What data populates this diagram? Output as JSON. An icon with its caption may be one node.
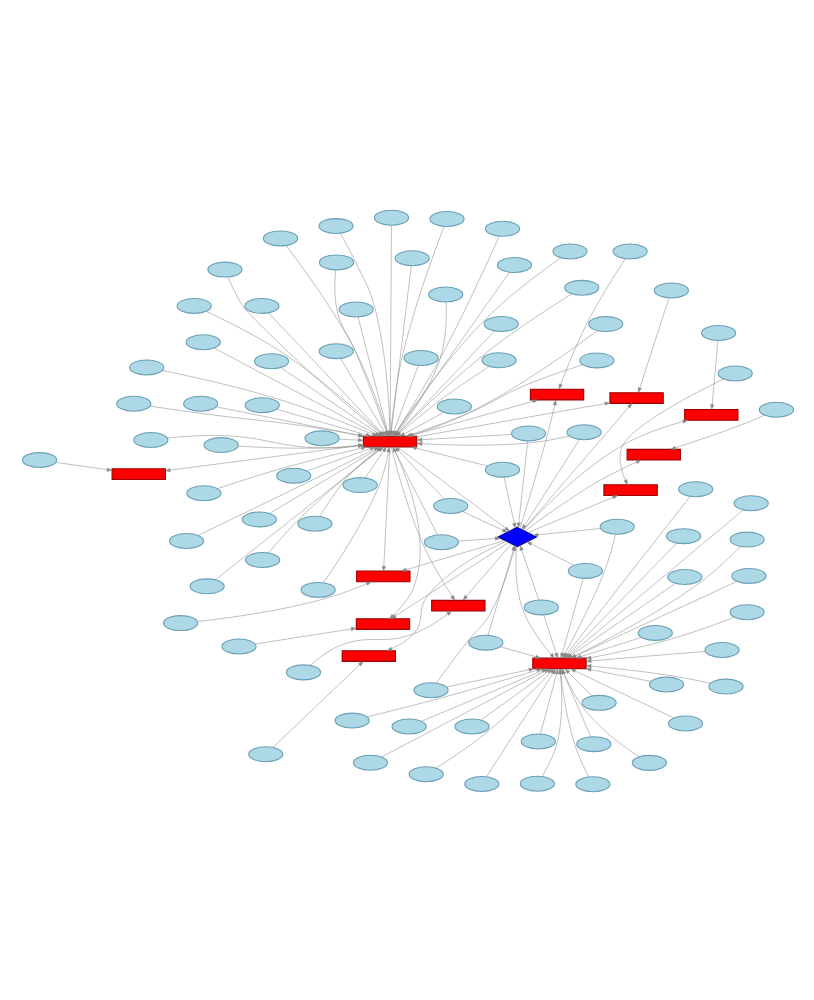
{
  "diagram": {
    "nodes": [
      {
        "text": [],
        "shape": "box"
      },
      {
        "text": [],
        "shape": "diamond"
      },
      {
        "text": [],
        "shape": "box"
      },
      {
        "text": [],
        "shape": "box"
      },
      {
        "text": [],
        "shape": "box"
      },
      {
        "text": [],
        "shape": "box"
      },
      {
        "text": [],
        "shape": "box"
      },
      {
        "text": [],
        "shape": "box"
      },
      {
        "text": [],
        "shape": "box"
      },
      {
        "text": [],
        "shape": "box"
      },
      {
        "text": [],
        "shape": "box"
      },
      {
        "text": [],
        "shape": "box"
      },
      {
        "text": [],
        "shape": "box"
      },
      {
        "text": [],
        "shape": "ellipse"
      },
      {
        "text": [],
        "shape": "ellipse"
      },
      {
        "text": [],
        "shape": "ellipse"
      },
      {
        "text": [],
        "shape": "ellipse"
      },
      {
        "text": [],
        "shape": "ellipse"
      },
      {
        "text": [],
        "shape": "ellipse"
      },
      {
        "text": [],
        "shape": "ellipse"
      },
      {
        "text": [],
        "shape": "ellipse"
      },
      {
        "text": [],
        "shape": "ellipse"
      },
      {
        "text": [],
        "shape": "ellipse"
      },
      {
        "text": [],
        "shape": "ellipse"
      },
      {
        "text": [],
        "shape": "ellipse"
      },
      {
        "text": [],
        "shape": "ellipse"
      },
      {
        "text": [],
        "shape": "ellipse"
      },
      {
        "text": [],
        "shape": "ellipse"
      },
      {
        "text": [],
        "shape": "ellipse"
      },
      {
        "text": [],
        "shape": "ellipse"
      },
      {
        "text": [],
        "shape": "ellipse"
      },
      {
        "text": [],
        "shape": "ellipse"
      },
      {
        "text": [],
        "shape": "ellipse"
      },
      {
        "text": [],
        "shape": "ellipse"
      },
      {
        "text": [],
        "shape": "ellipse"
      },
      {
        "text": [],
        "shape": "ellipse"
      },
      {
        "text": [],
        "shape": "ellipse"
      },
      {
        "text": [],
        "shape": "ellipse"
      },
      {
        "text": [],
        "shape": "ellipse"
      },
      {
        "text": [],
        "shape": "ellipse"
      },
      {
        "text": [],
        "shape": "ellipse"
      },
      {
        "text": [],
        "shape": "ellipse"
      },
      {
        "text": [],
        "shape": "ellipse"
      },
      {
        "text": [],
        "shape": "ellipse"
      },
      {
        "text": [],
        "shape": "ellipse"
      },
      {
        "text": [],
        "shape": "ellipse"
      },
      {
        "text": [],
        "shape": "ellipse"
      },
      {
        "text": [],
        "shape": "ellipse"
      },
      {
        "text": [],
        "shape": "ellipse"
      },
      {
        "text": [],
        "shape": "ellipse"
      },
      {
        "text": [],
        "shape": "ellipse"
      },
      {
        "text": [],
        "shape": "ellipse"
      },
      {
        "text": [],
        "shape": "ellipse"
      },
      {
        "text": [],
        "shape": "ellipse"
      },
      {
        "text": [],
        "shape": "ellipse"
      },
      {
        "text": [],
        "shape": "ellipse"
      },
      {
        "text": [],
        "shape": "ellipse"
      },
      {
        "text": [],
        "shape": "ellipse"
      },
      {
        "text": [],
        "shape": "ellipse"
      },
      {
        "text": [],
        "shape": "ellipse"
      },
      {
        "text": [],
        "shape": "ellipse"
      },
      {
        "text": [],
        "shape": "ellipse"
      },
      {
        "text": [],
        "shape": "ellipse"
      },
      {
        "text": [],
        "shape": "ellipse"
      },
      {
        "text": [],
        "shape": "ellipse"
      },
      {
        "text": [],
        "shape": "ellipse"
      },
      {
        "text": [],
        "shape": "ellipse"
      },
      {
        "text": [],
        "shape": "ellipse"
      },
      {
        "text": [],
        "shape": "ellipse"
      },
      {
        "text": [],
        "shape": "ellipse"
      },
      {
        "text": [],
        "shape": "ellipse"
      },
      {
        "text": [],
        "shape": "ellipse"
      },
      {
        "text": [],
        "shape": "ellipse"
      },
      {
        "text": [],
        "shape": "ellipse"
      },
      {
        "text": [],
        "shape": "ellipse"
      },
      {
        "text": [],
        "shape": "ellipse"
      },
      {
        "text": [],
        "shape": "ellipse"
      },
      {
        "text": [],
        "shape": "ellipse"
      },
      {
        "text": [],
        "shape": "ellipse"
      },
      {
        "text": [],
        "shape": "ellipse"
      },
      {
        "text": [],
        "shape": "ellipse"
      },
      {
        "text": [],
        "shape": "ellipse"
      },
      {
        "text": [],
        "shape": "ellipse"
      },
      {
        "text": [],
        "shape": "ellipse"
      },
      {
        "text": [],
        "shape": "ellipse"
      },
      {
        "text": [],
        "shape": "ellipse"
      },
      {
        "text": [],
        "shape": "ellipse"
      },
      {
        "text": [],
        "shape": "ellipse"
      },
      {
        "text": [],
        "shape": "ellipse"
      },
      {
        "text": [],
        "shape": "ellipse"
      },
      {
        "text": [],
        "shape": "ellipse"
      },
      {
        "text": [],
        "shape": "ellipse"
      },
      {
        "text": [],
        "shape": "ellipse"
      },
      {
        "text": [],
        "shape": "ellipse"
      },
      {
        "text": [],
        "shape": "ellipse"
      },
      {
        "text": [],
        "shape": "ellipse"
      },
      {
        "text": [],
        "shape": "ellipse"
      }
    ],
    "edges": [
      {
        "from": 13,
        "to": 0,
        "arrow": "to"
      },
      {
        "from": 14,
        "to": 0,
        "arrow": "to"
      },
      {
        "from": 15,
        "to": 0,
        "arrow": "to"
      },
      {
        "from": 16,
        "to": 0,
        "arrow": "to"
      },
      {
        "from": 17,
        "to": 0,
        "arrow": "to"
      },
      {
        "from": 18,
        "to": 0,
        "arrow": "to"
      },
      {
        "from": 19,
        "to": 0,
        "arrow": "to"
      },
      {
        "from": 20,
        "to": 0,
        "arrow": "to"
      },
      {
        "from": 21,
        "to": 0,
        "arrow": "to"
      },
      {
        "from": 22,
        "to": 0,
        "arrow": "to"
      },
      {
        "from": 23,
        "to": 0,
        "arrow": "to"
      },
      {
        "from": 24,
        "to": 0,
        "arrow": "to"
      },
      {
        "from": 25,
        "to": 0,
        "arrow": "to"
      },
      {
        "from": 26,
        "to": 0,
        "arrow": "to"
      },
      {
        "from": 27,
        "to": 0,
        "arrow": "to"
      },
      {
        "from": 28,
        "to": 0,
        "arrow": "to"
      },
      {
        "from": 29,
        "to": 0,
        "arrow": "to"
      },
      {
        "from": 30,
        "to": 0,
        "arrow": "to"
      },
      {
        "from": 31,
        "to": 0,
        "arrow": "to"
      },
      {
        "from": 32,
        "to": 0,
        "arrow": "to"
      },
      {
        "from": 33,
        "to": 0,
        "arrow": "to"
      },
      {
        "from": 34,
        "to": 0,
        "arrow": "to"
      },
      {
        "from": 35,
        "to": 0,
        "arrow": "to"
      },
      {
        "from": 36,
        "to": 0,
        "arrow": "to"
      },
      {
        "from": 37,
        "to": 0,
        "arrow": "to"
      },
      {
        "from": 38,
        "to": 0,
        "arrow": "to"
      },
      {
        "from": 39,
        "to": 0,
        "arrow": "to"
      },
      {
        "from": 40,
        "to": 0,
        "arrow": "to"
      },
      {
        "from": 41,
        "to": 0,
        "arrow": "to"
      },
      {
        "from": 42,
        "to": 0,
        "arrow": "to"
      },
      {
        "from": 43,
        "to": 0,
        "arrow": "to"
      },
      {
        "from": 44,
        "to": 0,
        "arrow": "to"
      },
      {
        "from": 45,
        "to": 0,
        "arrow": "to"
      },
      {
        "from": 46,
        "to": 0,
        "arrow": "to"
      },
      {
        "from": 47,
        "to": 0,
        "arrow": "to"
      },
      {
        "from": 48,
        "to": 0,
        "arrow": "to"
      },
      {
        "from": 49,
        "to": 0,
        "arrow": "to"
      },
      {
        "from": 50,
        "to": 0,
        "arrow": "to"
      },
      {
        "from": 51,
        "to": 0,
        "arrow": "to"
      },
      {
        "from": 52,
        "to": 0,
        "arrow": "to"
      },
      {
        "from": 53,
        "to": 2,
        "arrow": "to"
      },
      {
        "from": 54,
        "to": 2,
        "arrow": "to"
      },
      {
        "from": 55,
        "to": 2,
        "arrow": "to"
      },
      {
        "from": 56,
        "to": 2,
        "arrow": "to"
      },
      {
        "from": 57,
        "to": 2,
        "arrow": "to"
      },
      {
        "from": 58,
        "to": 2,
        "arrow": "to"
      },
      {
        "from": 59,
        "to": 2,
        "arrow": "to"
      },
      {
        "from": 60,
        "to": 2,
        "arrow": "to"
      },
      {
        "from": 61,
        "to": 2,
        "arrow": "to"
      },
      {
        "from": 62,
        "to": 2,
        "arrow": "to"
      },
      {
        "from": 63,
        "to": 2,
        "arrow": "to"
      },
      {
        "from": 64,
        "to": 2,
        "arrow": "to"
      },
      {
        "from": 65,
        "to": 2,
        "arrow": "to"
      },
      {
        "from": 66,
        "to": 2,
        "arrow": "to"
      },
      {
        "from": 67,
        "to": 2,
        "arrow": "to"
      },
      {
        "from": 68,
        "to": 2,
        "arrow": "to"
      },
      {
        "from": 69,
        "to": 2,
        "arrow": "to"
      },
      {
        "from": 70,
        "to": 2,
        "arrow": "to"
      },
      {
        "from": 71,
        "to": 2,
        "arrow": "to"
      },
      {
        "from": 72,
        "to": 2,
        "arrow": "to"
      },
      {
        "from": 73,
        "to": 2,
        "arrow": "to"
      },
      {
        "from": 74,
        "to": 2,
        "arrow": "to"
      },
      {
        "from": 75,
        "to": 2,
        "arrow": "to"
      },
      {
        "from": 76,
        "to": 2,
        "arrow": "to"
      },
      {
        "from": 77,
        "to": 3,
        "arrow": "to"
      },
      {
        "from": 78,
        "to": 4,
        "arrow": "to"
      },
      {
        "from": 79,
        "to": 5,
        "arrow": "to"
      },
      {
        "from": 80,
        "to": 6,
        "arrow": "to"
      },
      {
        "from": 81,
        "to": 7,
        "arrow": "to"
      },
      {
        "from": 82,
        "to": 8,
        "arrow": "to"
      },
      {
        "from": 83,
        "to": 9,
        "arrow": "to"
      },
      {
        "from": 84,
        "to": 10,
        "arrow": "to"
      },
      {
        "from": 85,
        "to": 11,
        "arrow": "to"
      },
      {
        "from": 86,
        "to": 12,
        "arrow": "to"
      },
      {
        "from": 87,
        "to": 1,
        "arrow": "to"
      },
      {
        "from": 88,
        "to": 1,
        "arrow": "to"
      },
      {
        "from": 89,
        "to": 1,
        "arrow": "to"
      },
      {
        "from": 90,
        "to": 1,
        "arrow": "to"
      },
      {
        "from": 91,
        "to": 1,
        "arrow": "to"
      },
      {
        "from": 92,
        "to": 1,
        "arrow": "to"
      },
      {
        "from": 93,
        "to": 1,
        "arrow": "to"
      },
      {
        "from": 94,
        "to": 1,
        "arrow": "to"
      },
      {
        "from": 95,
        "to": 1,
        "arrow": "to"
      },
      {
        "from": 96,
        "to": 1,
        "arrow": "to"
      },
      {
        "from": 87,
        "to": 0,
        "arrow": "to"
      },
      {
        "from": 89,
        "to": 0,
        "arrow": "to"
      },
      {
        "from": 91,
        "to": 0,
        "arrow": "to"
      },
      {
        "from": 93,
        "to": 0,
        "arrow": "to"
      },
      {
        "from": 95,
        "to": 0,
        "arrow": "to"
      },
      {
        "from": 88,
        "to": 2,
        "arrow": "to"
      },
      {
        "from": 90,
        "to": 2,
        "arrow": "to"
      },
      {
        "from": 92,
        "to": 2,
        "arrow": "to"
      },
      {
        "from": 94,
        "to": 2,
        "arrow": "to"
      },
      {
        "from": 96,
        "to": 2,
        "arrow": "to"
      },
      {
        "from": 0,
        "to": 3,
        "arrow": "to"
      },
      {
        "from": 0,
        "to": 1,
        "arrow": "to"
      },
      {
        "from": 1,
        "to": 2,
        "arrow": "to"
      },
      {
        "from": 1,
        "to": 4,
        "arrow": "to"
      },
      {
        "from": 1,
        "to": 5,
        "arrow": "to"
      },
      {
        "from": 1,
        "to": 6,
        "arrow": "to"
      },
      {
        "from": 1,
        "to": 7,
        "arrow": "to"
      },
      {
        "from": 1,
        "to": 8,
        "arrow": "to"
      },
      {
        "from": 1,
        "to": 9,
        "arrow": "to"
      },
      {
        "from": 1,
        "to": 10,
        "arrow": "to"
      },
      {
        "from": 1,
        "to": 11,
        "arrow": "to"
      },
      {
        "from": 1,
        "to": 12,
        "arrow": "to"
      },
      {
        "from": 0,
        "to": 4,
        "arrow": "to"
      },
      {
        "from": 0,
        "to": 5,
        "arrow": "to"
      },
      {
        "from": 0,
        "to": 6,
        "arrow": "to"
      },
      {
        "from": 0,
        "to": 9,
        "arrow": "to"
      },
      {
        "from": 0,
        "to": 10,
        "arrow": "to"
      }
    ]
  }
}
